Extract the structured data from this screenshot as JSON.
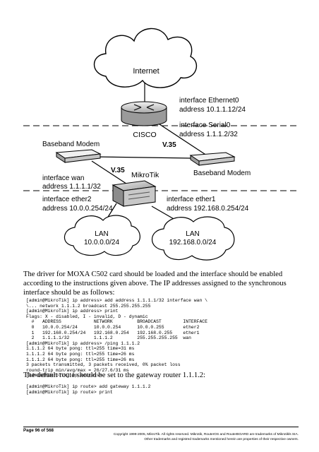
{
  "diagram": {
    "internet_label": "Internet",
    "cisco_iface1_line1": "interface Ethernet0",
    "cisco_iface1_line2": "address 10.1.1.12/24",
    "cisco_iface2_line1": "interface Serial0",
    "cisco_iface2_line2": "address 1.1.1.2/32",
    "cisco_label": "CISCO",
    "modem_left_label": "Baseband Modem",
    "modem_right_label": "Baseband Modem",
    "v35_right": "V.35",
    "v35_left": "V.35",
    "mikrotik_label": "MikroTik",
    "wan_line1": "interface wan",
    "wan_line2": "address 1.1.1.1/32",
    "ether2_line1": "interface ether2",
    "ether2_line2": "address 10.0.0.254/24",
    "ether1_line1": "interface ether1",
    "ether1_line2": "address 192.168.0.254/24",
    "lan1_line1": "LAN",
    "lan1_line2": "10.0.0.0/24",
    "lan2_line1": "LAN",
    "lan2_line2": "192.168.0.0/24"
  },
  "paragraph1": "The driver for MOXA C502 card should be loaded and the interface should be enabled according to the instructions given above. The IP addresses assigned to the synchronous interface should be as follows:",
  "code1": "[admin@MikroTik] ip address> add address 1.1.1.1/32 interface wan \\\n\\... network 1.1.1.2 broadcast 255.255.255.255\n[admin@MikroTik] ip address> print\nFlags: X - disabled, I - invalid, D - dynamic\n  #   ADDRESS            NETWORK         BROADCAST        INTERFACE\n  0   10.0.0.254/24      10.0.0.254      10.0.0.255       ether2\n  1   192.168.0.254/24   192.168.0.254   192.168.0.255    ether1\n  2   1.1.1.1/32         1.1.1.2         255.255.255.255  wan\n[admin@MikroTik] ip address> /ping 1.1.1.2\n1.1.1.2 64 byte pong: ttl=255 time=31 ms\n1.1.1.2 64 byte pong: ttl=255 time=26 ms\n1.1.1.2 64 byte pong: ttl=255 time=26 ms\n3 packets transmitted, 3 packets received, 0% packet loss\nround-trip min/avg/max = 26/27.6/31 ms\n[admin@MikroTik] ip address>",
  "paragraph2": "The default route should be set to the gateway router 1.1.1.2:",
  "code2": "[admin@MikroTik] ip route> add gateway 1.1.1.2\n[admin@MikroTik] ip route> print",
  "footer": {
    "page_number": "Page 96 of 568",
    "copyright1": "Copyright 1999-2005, MikroTik. All rights reserved. Mikrotik, RouterOS and RouterBOARD are trademarks of Mikrotikls SIA.",
    "copyright2": "Other trademarks and registred trademarks mentioned herein are properties of their respective owners."
  }
}
